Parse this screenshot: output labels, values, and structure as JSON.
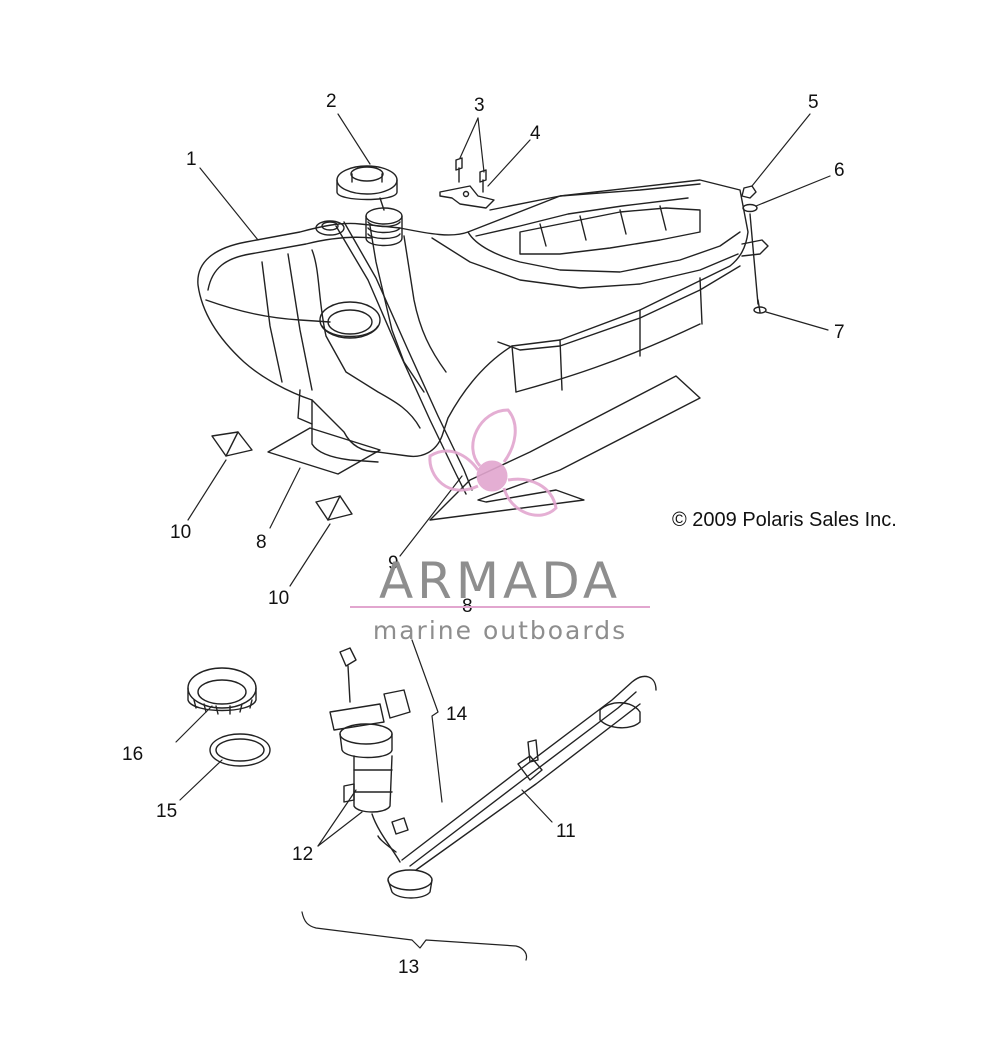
{
  "diagram": {
    "callouts": [
      {
        "id": "c1",
        "label": "1"
      },
      {
        "id": "c2",
        "label": "2"
      },
      {
        "id": "c3",
        "label": "3"
      },
      {
        "id": "c4",
        "label": "4"
      },
      {
        "id": "c5",
        "label": "5"
      },
      {
        "id": "c6",
        "label": "6"
      },
      {
        "id": "c7",
        "label": "7"
      },
      {
        "id": "c8a",
        "label": "8"
      },
      {
        "id": "c8b",
        "label": "8"
      },
      {
        "id": "c9",
        "label": "9"
      },
      {
        "id": "c10a",
        "label": "10"
      },
      {
        "id": "c10b",
        "label": "10"
      },
      {
        "id": "c11",
        "label": "11"
      },
      {
        "id": "c12",
        "label": "12"
      },
      {
        "id": "c13",
        "label": "13"
      },
      {
        "id": "c14",
        "label": "14"
      },
      {
        "id": "c15",
        "label": "15"
      },
      {
        "id": "c16",
        "label": "16"
      }
    ],
    "copyright": "© 2009 Polaris Sales Inc."
  },
  "watermark": {
    "title": "ARMADA",
    "subtitle": "marine outboards",
    "accent_color": "#e2a6cf",
    "text_color": "#8e8e8e",
    "icon": "propeller-logo-icon"
  }
}
